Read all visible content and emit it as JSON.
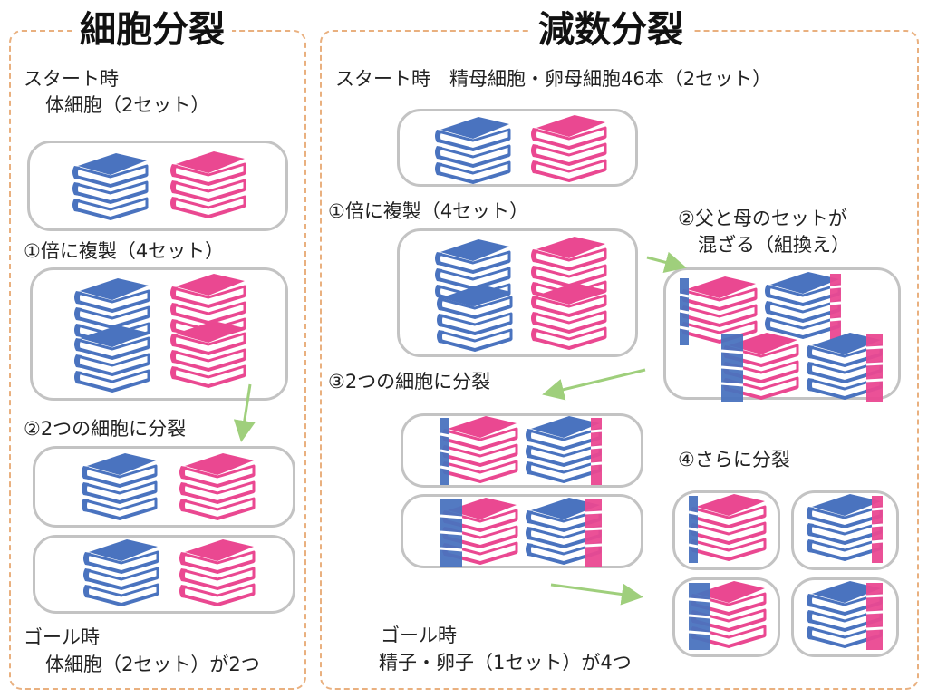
{
  "colors": {
    "maternal": "#ea4891",
    "paternal": "#4a73bf",
    "panel_border": "#e9b07f",
    "box_border": "#c3c3c3",
    "arrow": "#9fcf7c"
  },
  "mitosis": {
    "title": "細胞分裂",
    "start_line1": "スタート時",
    "start_line2": "体細胞（2セット）",
    "step1": "①倍に複製（4セット）",
    "step2": "②2つの細胞に分裂",
    "goal_line1": "ゴール時",
    "goal_line2": "体細胞（2セット）が2つ"
  },
  "meiosis": {
    "title": "減数分裂",
    "start": "スタート時　精母細胞・卵母細胞46本（2セット）",
    "step1": "①倍に複製（4セット）",
    "step2_line1": "②父と母のセットが",
    "step2_line2": "混ざる（組換え）",
    "step3": "③2つの細胞に分裂",
    "step4": "④さらに分裂",
    "goal_line1": "ゴール時",
    "goal_line2": "精子・卵子（1セット）が4つ"
  }
}
